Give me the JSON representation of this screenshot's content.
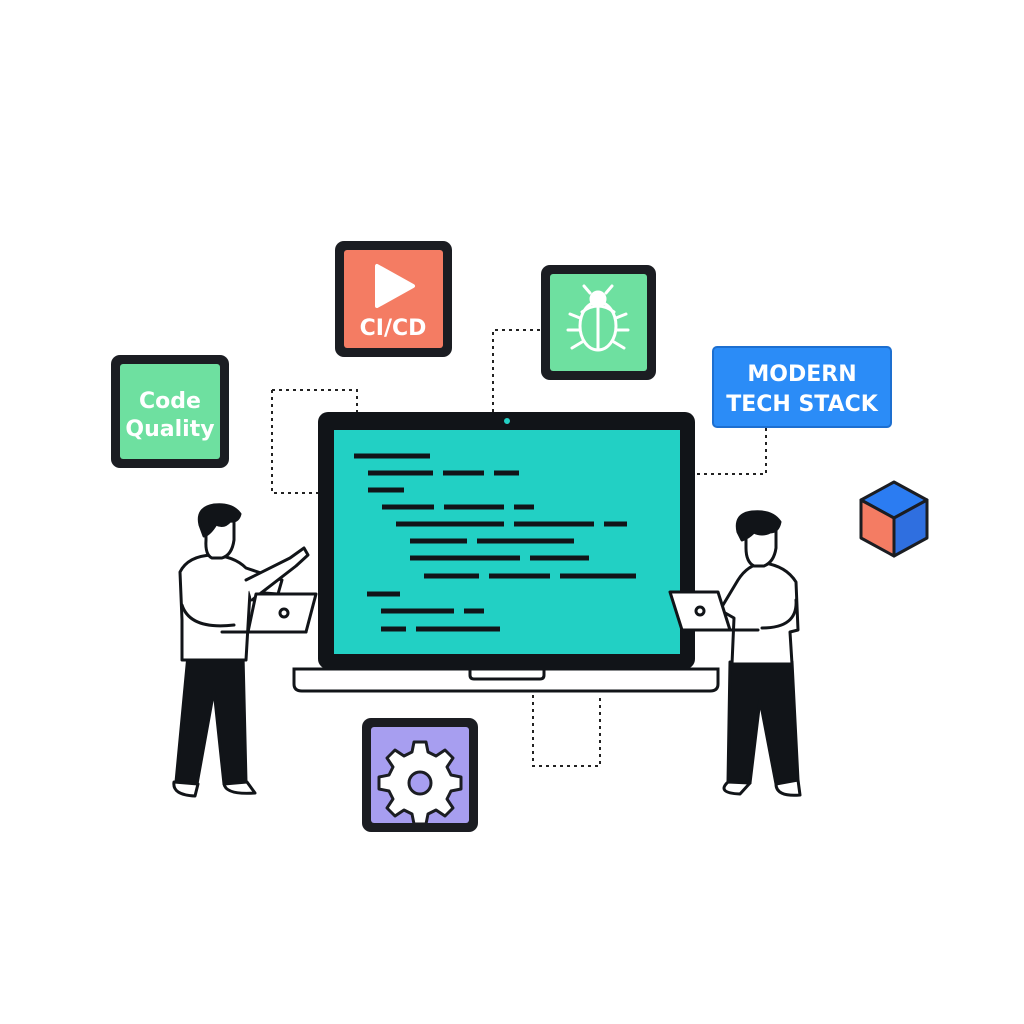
{
  "tiles": {
    "cicd": {
      "label": "CI/CD",
      "icon": "play-icon",
      "color": "#f47c63"
    },
    "bug": {
      "label": "",
      "icon": "bug-icon",
      "color": "#6ee0a0"
    },
    "code_quality": {
      "line1": "Code",
      "line2": "Quality",
      "color": "#6ee0a0"
    },
    "settings": {
      "label": "",
      "icon": "gear-icon",
      "color": "#a79ef0"
    }
  },
  "badge": {
    "line1": "MODERN",
    "line2": "TECH STACK",
    "color": "#2b8cf7"
  },
  "laptop": {
    "screen_color": "#22d0c4",
    "frame_color": "#111418"
  },
  "cube": {
    "top_color": "#2b7cf2",
    "side_color": "#2f6fe0",
    "front_color": "#f47c63"
  }
}
